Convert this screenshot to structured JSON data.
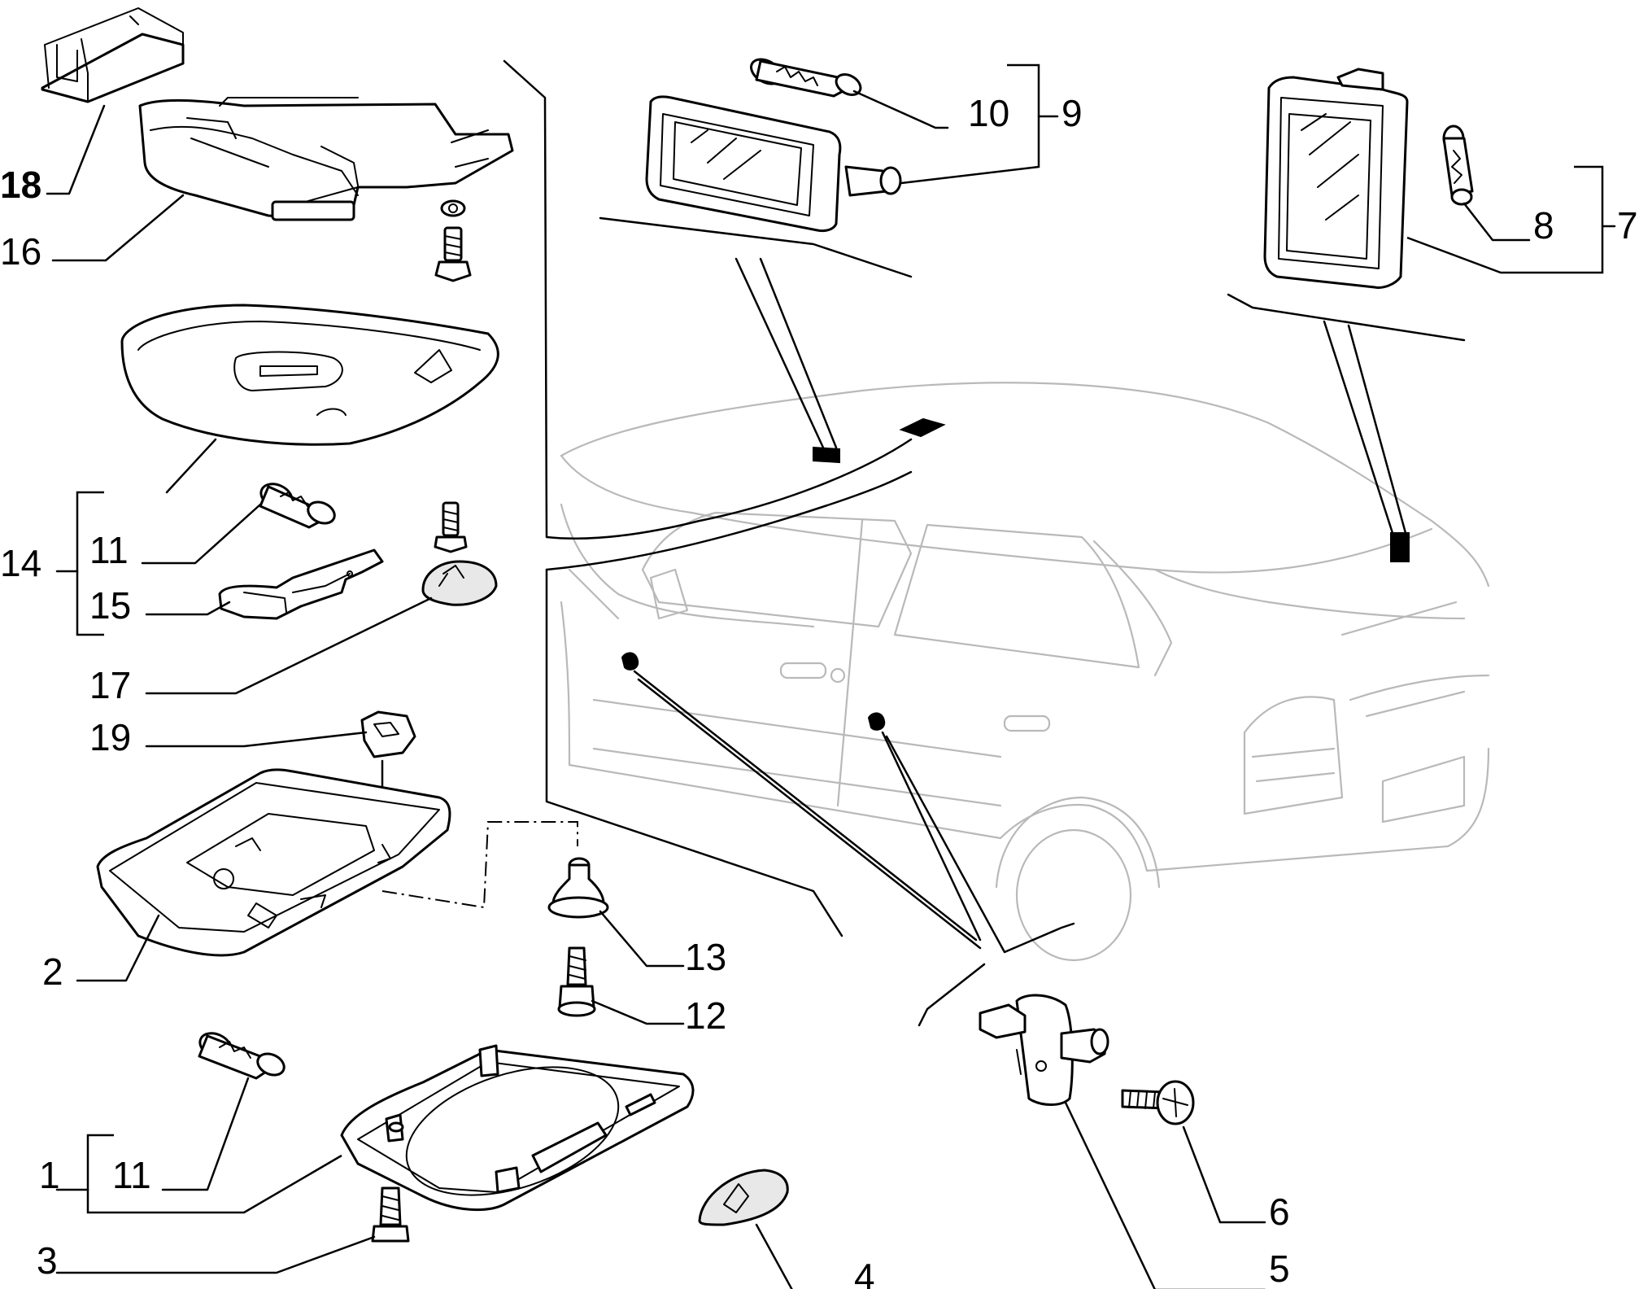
{
  "diagram": {
    "callouts": {
      "c1": "1",
      "c2": "2",
      "c3": "3",
      "c4": "4",
      "c5": "5",
      "c6": "6",
      "c7": "7",
      "c8": "8",
      "c9": "9",
      "c10": "10",
      "c11a": "11",
      "c11b": "11",
      "c12": "12",
      "c13": "13",
      "c14": "14",
      "c15": "15",
      "c16": "16",
      "c17": "17",
      "c18": "18",
      "c19": "19"
    }
  }
}
